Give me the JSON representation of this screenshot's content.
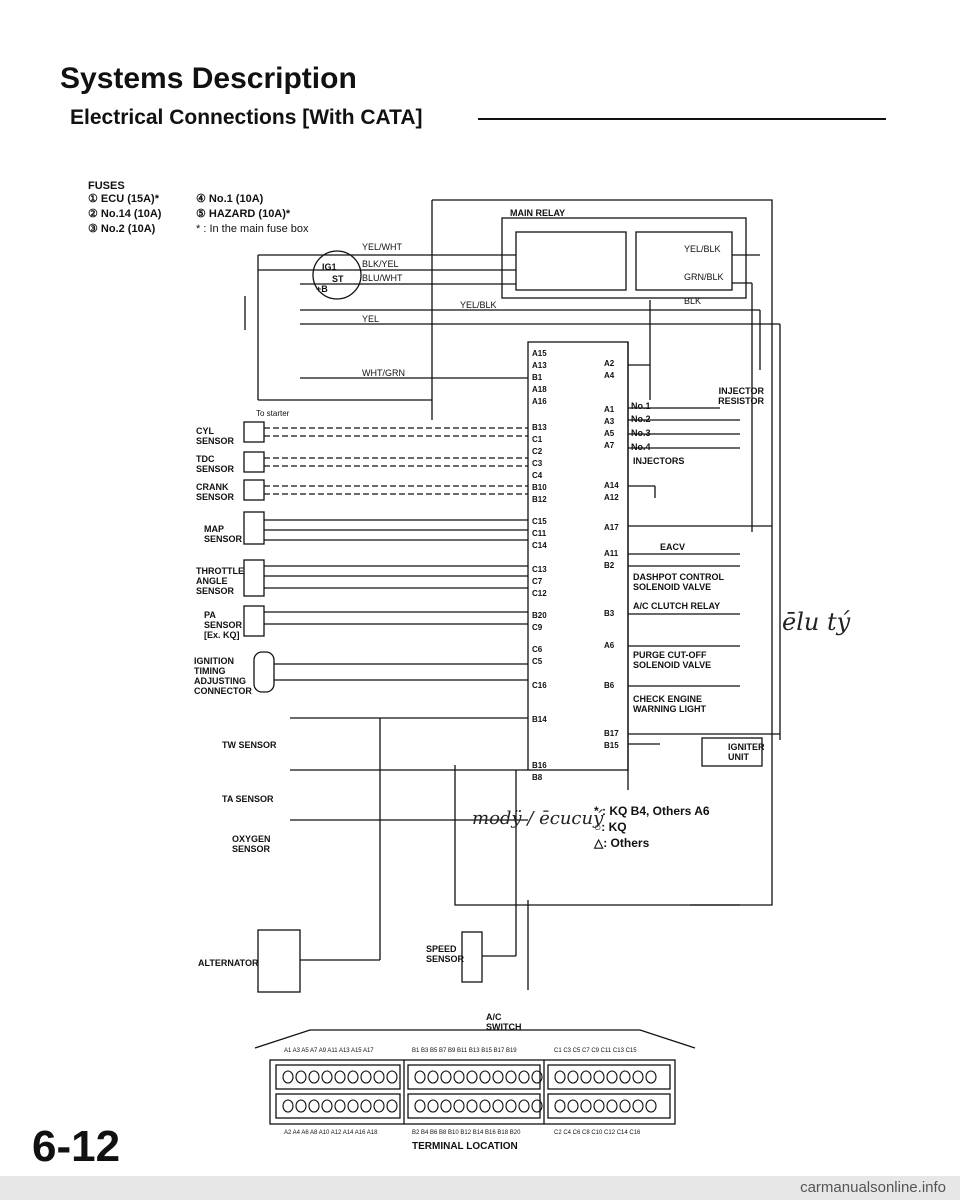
{
  "header": {
    "title": "Systems Description",
    "subtitle": "Electrical Connections [With CATA]"
  },
  "fuses": {
    "heading": "FUSES",
    "items": [
      "① ECU (15A)*",
      "② No.14 (10A)",
      "③ No.2 (10A)",
      "④ No.1 (10A)",
      "⑤ HAZARD (10A)*"
    ],
    "note": "* : In the main fuse box"
  },
  "diagram": {
    "main_relay": "MAIN RELAY",
    "wires": [
      "YEL/WHT",
      "BLK/YEL",
      "BLU/WHT",
      "YEL/BLK",
      "YEL",
      "WHT/GRN",
      "YEL/BLK",
      "GRN/BLK",
      "BLK"
    ],
    "ignition_switch": [
      "IG1",
      "ST",
      "+B"
    ],
    "to_starter": "To starter",
    "sensors": [
      "CYL SENSOR",
      "TDC SENSOR",
      "CRANK SENSOR",
      "MAP SENSOR",
      "THROTTLE ANGLE SENSOR",
      "PA SENSOR [Ex. KQ]",
      "IGNITION TIMING ADJUSTING CONNECTOR",
      "TW SENSOR",
      "TA SENSOR",
      "OXYGEN SENSOR",
      "ALTERNATOR"
    ],
    "ecu_left_pins": [
      "A15",
      "A13",
      "B1",
      "A18",
      "A16",
      "B13",
      "C1",
      "C2",
      "C3",
      "C4",
      "B10",
      "B12",
      "C15",
      "C11",
      "C14",
      "C13",
      "C7",
      "C12",
      "B20",
      "C9",
      "C6",
      "C5",
      "C16",
      "B14",
      "B16",
      "B8"
    ],
    "ecu_right_pins": [
      "A2",
      "A4",
      "A1",
      "A3",
      "A5",
      "A7",
      "A14",
      "A12",
      "A17",
      "A11",
      "B2",
      "B3",
      "A6",
      "B6",
      "B17",
      "B15"
    ],
    "outputs": [
      "INJECTOR RESISTOR",
      "No.1",
      "No.2",
      "No.3",
      "No.4",
      "INJECTORS",
      "EACV",
      "DASHPOT CONTROL SOLENOID VALVE",
      "A/C CLUTCH RELAY",
      "PURGE CUT-OFF SOLENOID VALVE",
      "CHECK ENGINE WARNING LIGHT",
      "IGNITER UNIT",
      "SPEED SENSOR",
      "A/C SWITCH"
    ]
  },
  "legend": [
    "* : KQ B4, Others A6",
    "○: KQ",
    "△: Others"
  ],
  "handwriting": [
    "ēlu tý",
    "modÿ / ēcucuý"
  ],
  "terminal": {
    "title": "TERMINAL LOCATION",
    "top_a": "A1 A3 A5 A7 A9 A11 A13 A15 A17",
    "top_b": "B1 B3 B5 B7 B9 B11 B13 B15 B17 B19",
    "top_c": "C1 C3 C5 C7 C9 C11 C13 C15",
    "bottom_a": "A2 A4 A6 A8 A10 A12 A14 A16 A18",
    "bottom_b": "B2 B4 B6 B8 B10 B12 B14 B16 B18 B20",
    "bottom_c": "C2 C4 C6 C8 C10 C12 C14 C16"
  },
  "page_number": "6-12",
  "footer": "carmanualsonline.info"
}
